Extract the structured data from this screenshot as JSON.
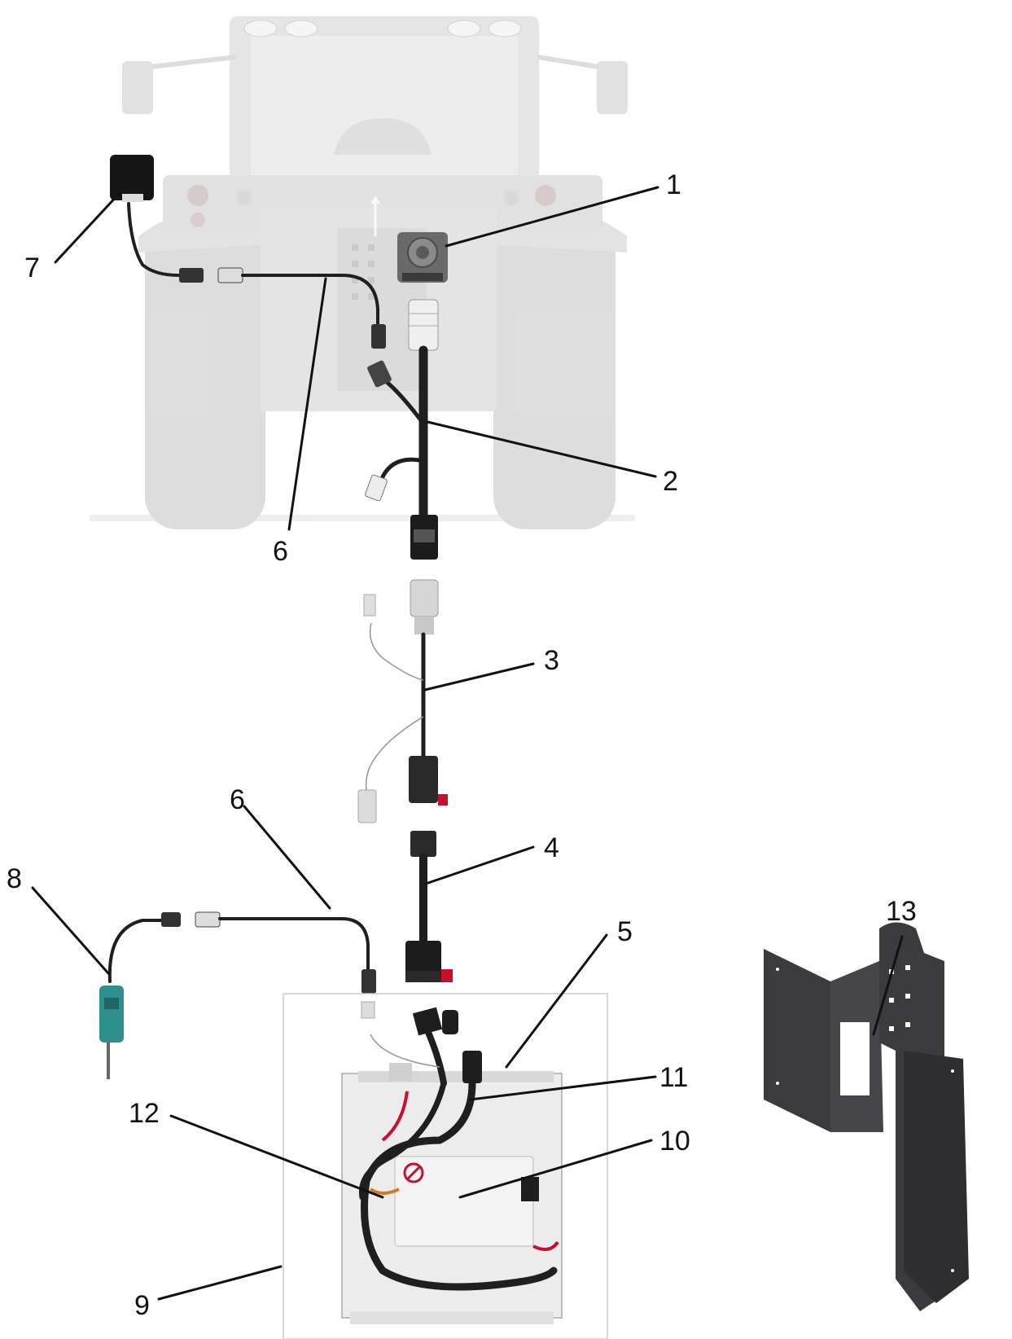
{
  "callouts": [
    {
      "id": "1",
      "text": "1"
    },
    {
      "id": "2",
      "text": "2"
    },
    {
      "id": "3",
      "text": "3"
    },
    {
      "id": "4",
      "text": "4"
    },
    {
      "id": "5",
      "text": "5"
    },
    {
      "id": "6a",
      "text": "6"
    },
    {
      "id": "6b",
      "text": "6"
    },
    {
      "id": "7",
      "text": "7"
    },
    {
      "id": "8",
      "text": "8"
    },
    {
      "id": "9",
      "text": "9"
    },
    {
      "id": "10",
      "text": "10"
    },
    {
      "id": "11",
      "text": "11"
    },
    {
      "id": "12",
      "text": "12"
    },
    {
      "id": "13",
      "text": "13"
    }
  ],
  "colors": {
    "tractor": "#e6e6e6",
    "tractor_dark": "#d4d4d4",
    "cable": "#1f1f1f",
    "connector_red": "#c8102e",
    "sensor_teal": "#2f8f8f",
    "bracket": "#3b3b3d"
  }
}
